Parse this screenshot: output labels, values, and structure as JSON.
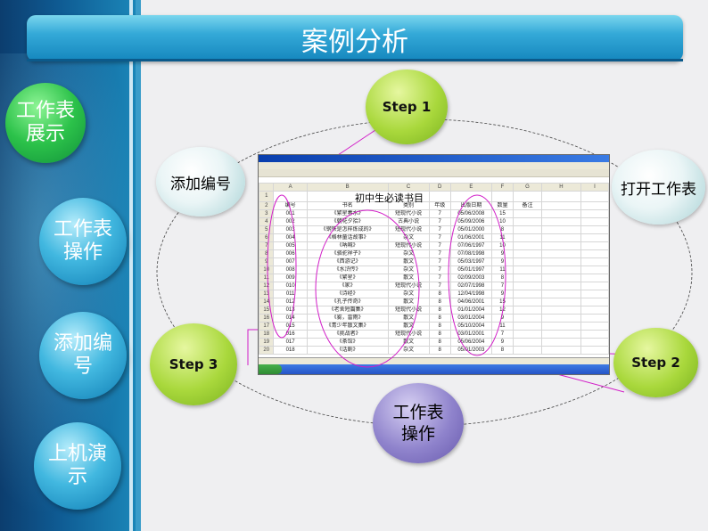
{
  "slide": {
    "title": "案例分析"
  },
  "sidebar": {
    "items": [
      {
        "label": "工作表展示",
        "style": "green"
      },
      {
        "label": "工作表操作",
        "style": "blue"
      },
      {
        "label": "添加编号",
        "style": "blue"
      },
      {
        "label": "上机演示",
        "style": "blue"
      }
    ]
  },
  "diagram": {
    "step1": "Step 1",
    "step2": "Step 2",
    "step3": "Step 3",
    "add_number": "添加编号",
    "open_sheet": "打开工作表",
    "sheet_ops": "工作表操作"
  },
  "excel": {
    "sheet_title": "初中生必读书目",
    "headers": [
      "编号",
      "书名",
      "类别",
      "年级",
      "出版日期",
      "数量",
      "备注"
    ],
    "columns": [
      "A",
      "B",
      "C",
      "D",
      "E",
      "F",
      "G",
      "H",
      "I"
    ],
    "rows": [
      [
        "001",
        "《繁星春水》",
        "短现代小说",
        "7",
        "05/06/2008",
        "15"
      ],
      [
        "002",
        "《朝花夕拾》",
        "古典小说",
        "7",
        "05/09/2006",
        "10"
      ],
      [
        "003",
        "《钢铁是怎样炼成的》",
        "短现代小说",
        "7",
        "05/01/2000",
        "8"
      ],
      [
        "004",
        "《格林童话故事》",
        "杂文",
        "7",
        "01/06/2001",
        "11"
      ],
      [
        "005",
        "《呐喊》",
        "短现代小说",
        "7",
        "07/06/1997",
        "10"
      ],
      [
        "006",
        "《骆驼祥子》",
        "杂文",
        "7",
        "07/08/1998",
        "9"
      ],
      [
        "007",
        "《西游记》",
        "散文",
        "7",
        "05/03/1997",
        "9"
      ],
      [
        "008",
        "《水浒传》",
        "杂文",
        "7",
        "05/01/1997",
        "11"
      ],
      [
        "009",
        "《繁星》",
        "散文",
        "7",
        "02/09/2003",
        "8"
      ],
      [
        "010",
        "《家》",
        "短现代小说",
        "7",
        "02/07/1998",
        "7"
      ],
      [
        "011",
        "《诗经》",
        "杂文",
        "8",
        "12/04/1998",
        "9"
      ],
      [
        "012",
        "《孔子传奇》",
        "散文",
        "8",
        "04/06/2001",
        "15"
      ],
      [
        "013",
        "《老舍短篇集》",
        "短现代小说",
        "8",
        "01/01/2004",
        "12"
      ],
      [
        "014",
        "《雾，雷雨》",
        "散文",
        "8",
        "03/01/2004",
        "9"
      ],
      [
        "015",
        "《青少年散文集》",
        "散文",
        "8",
        "05/10/2004",
        "11"
      ],
      [
        "016",
        "《挑战者》",
        "短现代小说",
        "8",
        "03/01/2001",
        "7"
      ],
      [
        "017",
        "《茶馆》",
        "散文",
        "8",
        "05/06/2004",
        "9"
      ],
      [
        "018",
        "《话剧》",
        "杂文",
        "8",
        "05/01/2003",
        "8"
      ]
    ]
  },
  "colors": {
    "accent": "#1486bd",
    "connector": "#d21ec8",
    "step_green": "#a9d83c",
    "node_purple": "#8f83cc"
  }
}
